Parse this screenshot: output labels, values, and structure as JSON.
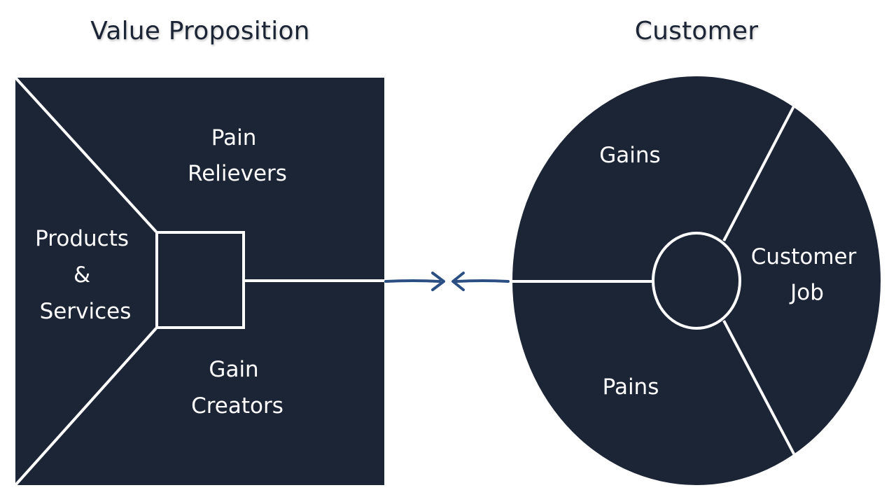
{
  "value_proposition": {
    "title": "Value Proposition",
    "sections": {
      "pain_relievers": [
        "Pain",
        "Relievers"
      ],
      "products_services": [
        "Products",
        "&",
        "Services"
      ],
      "gain_creators": [
        "Gain",
        "Creators"
      ]
    }
  },
  "customer": {
    "title": "Customer",
    "sections": {
      "gains": "Gains",
      "pains": "Pains",
      "customer_job": [
        "Customer",
        "Job"
      ]
    }
  },
  "fit_arrows": {
    "description": "arrows pointing toward each other",
    "color": "#2b4f83"
  },
  "colors": {
    "shape_fill": "#1c2536",
    "divider": "#ffffff",
    "title_text": "#1c2536"
  }
}
